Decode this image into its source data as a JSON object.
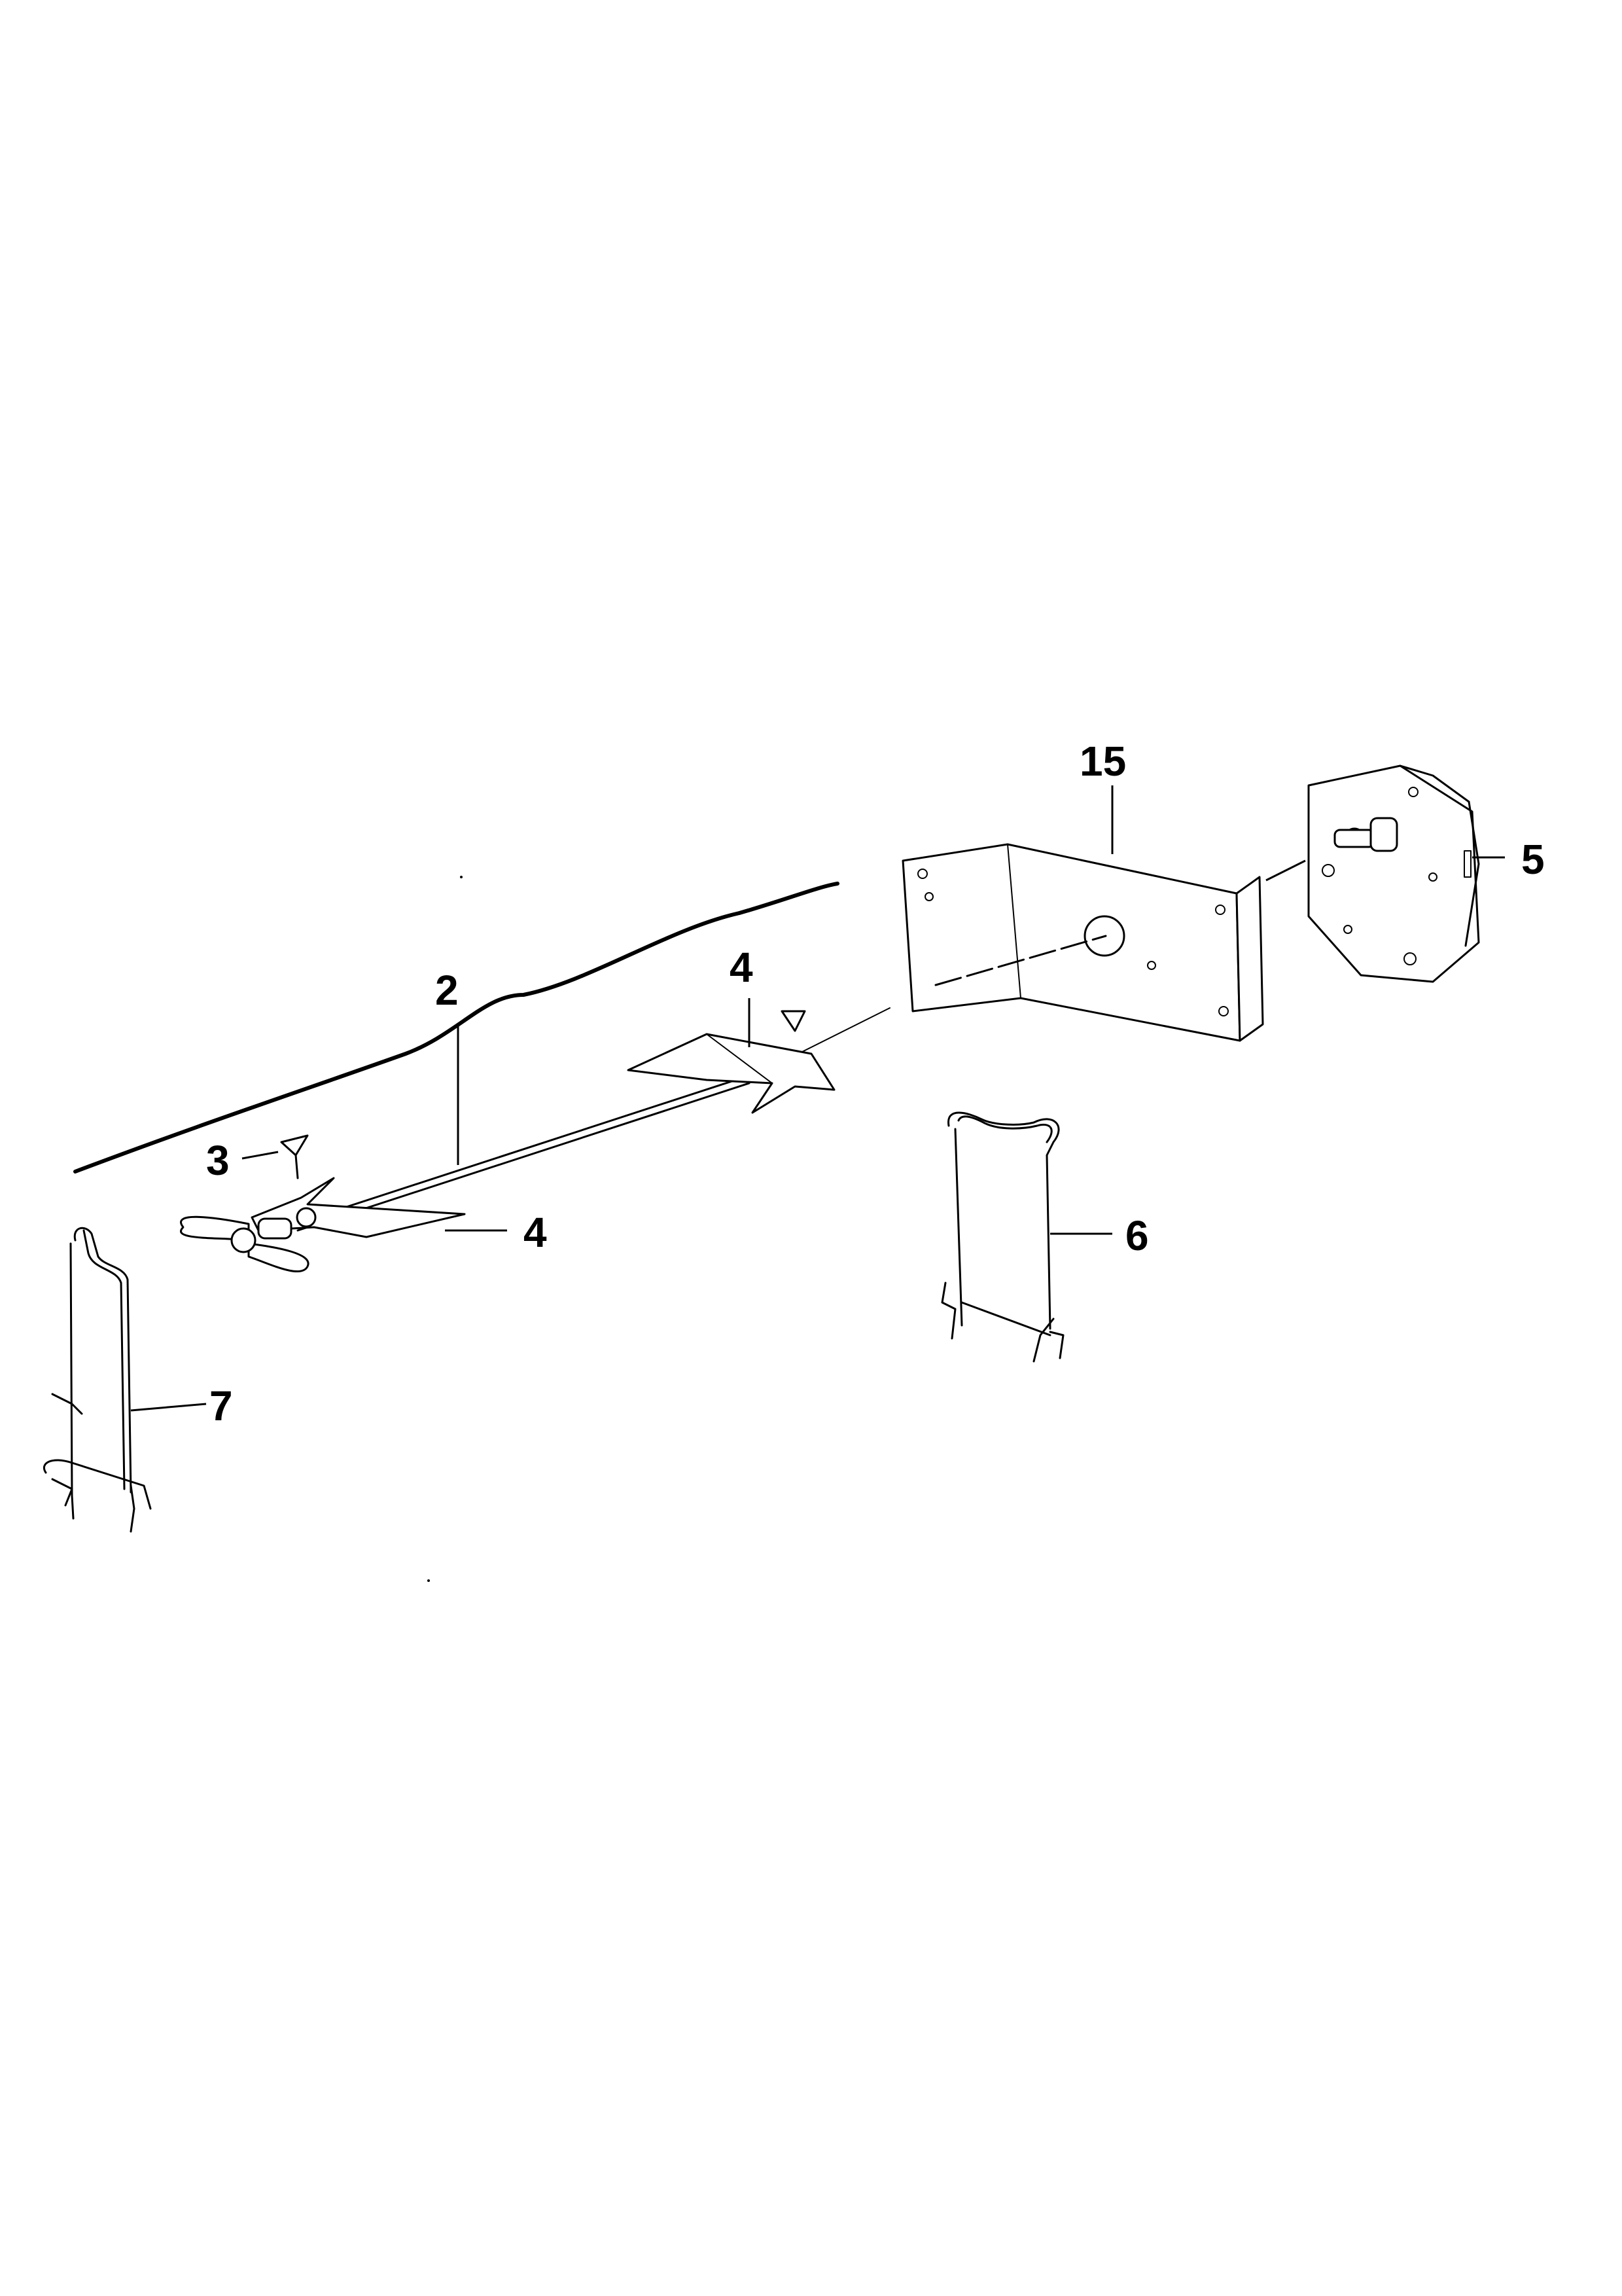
{
  "callouts": {
    "c15": "15",
    "c5": "5",
    "c2": "2",
    "c4_top": "4",
    "c3": "3",
    "c4_bottom": "4",
    "c6": "6",
    "c7": "7"
  },
  "colors": {
    "ink": "#000000",
    "paper": "#ffffff"
  }
}
